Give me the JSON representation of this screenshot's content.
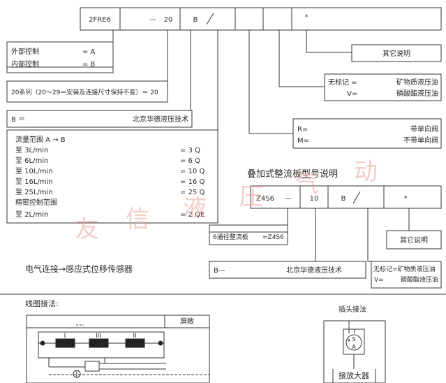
{
  "code_top": {
    "cells": [
      "2FRE6",
      "—",
      "20",
      "B",
      "/",
      "",
      "",
      "*"
    ]
  },
  "labels": {
    "control": [
      "外部控制",
      "= A",
      "内部控制",
      "= B"
    ],
    "series": "20系列（20～29＝安装及连接尺寸保持不变）＝ 20",
    "b_line": [
      "B ＝",
      "北京华德液压技术"
    ],
    "flow_title": "流量范围 A → B",
    "flow_rows": [
      [
        "至  3L/min",
        "= 3  Q"
      ],
      [
        "至  6L/min",
        "= 6  Q"
      ],
      [
        "至 10L/min",
        "= 10 Q"
      ],
      [
        "至 16L/min",
        "= 16 Q"
      ],
      [
        "至 25L/min",
        "= 25 Q"
      ]
    ],
    "precise_title": "精密控制范围",
    "precise_row": [
      "至  2L/min",
      "= 2 QE"
    ],
    "other_top": "其它说明",
    "oil_top": [
      [
        "无标记 =",
        "矿物质液压油"
      ],
      [
        "V=",
        "磷酸酯液压油"
      ]
    ],
    "check": [
      [
        "R=",
        "带单向阀"
      ],
      [
        "M=",
        "不带单向阀"
      ]
    ],
    "plate_title": "叠加式整流板型号说明",
    "code_plate": [
      "Z4S6",
      "—",
      "10",
      "B",
      "/",
      "*"
    ],
    "plate_size": [
      "6通径整流板",
      "=Z4S6"
    ],
    "other_plate": "其它说明",
    "b_plate": [
      "B—",
      "北京华德液压技术"
    ],
    "oil_plate": [
      [
        "无标记=矿物质液压油"
      ],
      [
        "V=",
        "磷酸酯液压油"
      ]
    ],
    "sensor": "电气连接→感应式位移传感器",
    "wiring_title": "线图接法:",
    "shield": "屏敝",
    "roman": [
      "I",
      "III",
      "II"
    ],
    "connector_title": "插头接法",
    "amplifier": "接放大器",
    "conn_letters": [
      "S",
      "A"
    ]
  },
  "watermark": [
    "友",
    "信",
    "液",
    "压",
    "气",
    "动"
  ]
}
